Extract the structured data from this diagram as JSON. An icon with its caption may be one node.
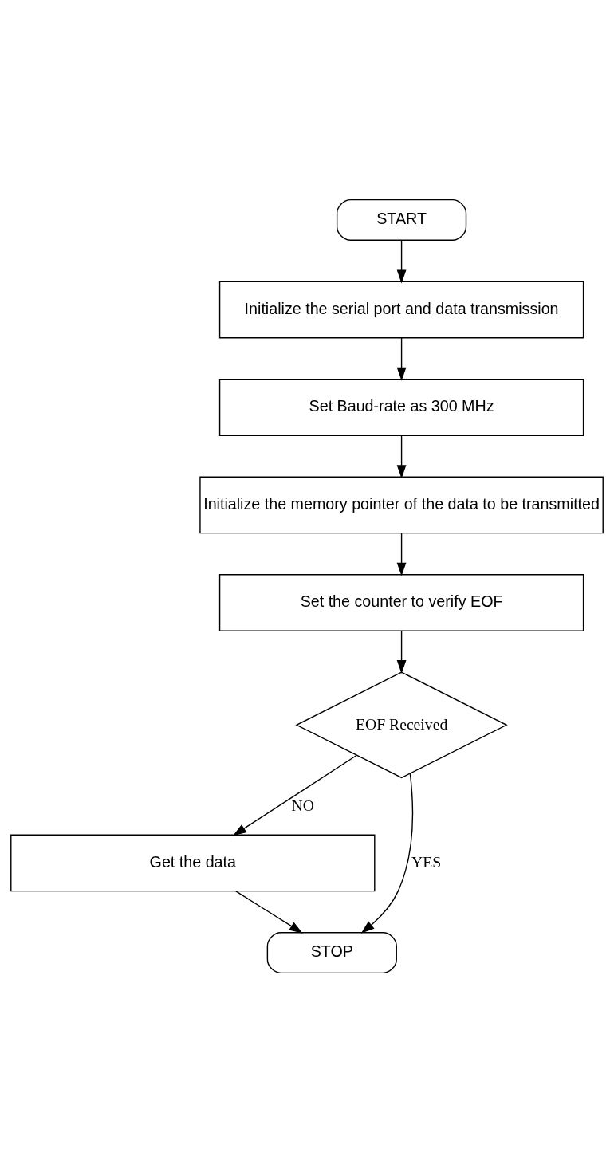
{
  "diagram": {
    "nodes": [
      {
        "text": [
          "START"
        ]
      },
      {
        "text": [
          "Initialize the serial port and data transmission"
        ]
      },
      {
        "text": [
          "Set Baud-rate as 300 MHz"
        ]
      },
      {
        "text": [
          "Initialize the memory pointer of the data to be transmitted"
        ]
      },
      {
        "text": [
          "Set the counter to verify EOF"
        ]
      },
      {
        "text": [
          "EOF Received"
        ]
      },
      {
        "text": [
          "Get the data"
        ]
      },
      {
        "text": [
          "STOP"
        ]
      }
    ],
    "edges": [
      {
        "from": 0,
        "to": 1,
        "arrow": "to"
      },
      {
        "from": 1,
        "to": 2,
        "arrow": "to"
      },
      {
        "from": 2,
        "to": 3,
        "arrow": "to"
      },
      {
        "from": 3,
        "to": 4,
        "arrow": "to"
      },
      {
        "from": 4,
        "to": 5,
        "arrow": "to"
      },
      {
        "from": 5,
        "to": 6,
        "arrow": "to",
        "label": "NO"
      },
      {
        "from": 5,
        "to": 7,
        "arrow": "to",
        "label": "YES"
      },
      {
        "from": 6,
        "to": 7,
        "arrow": "to"
      }
    ]
  }
}
